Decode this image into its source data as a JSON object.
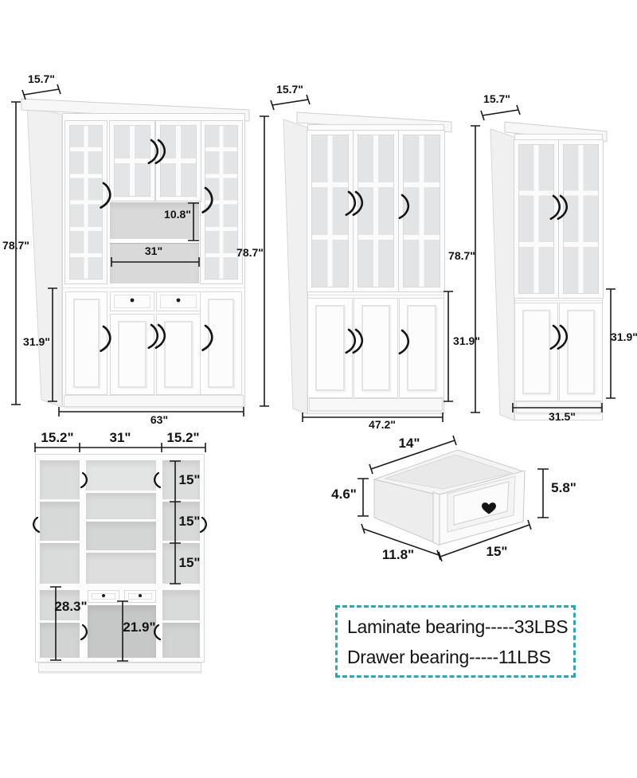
{
  "cabinets": {
    "large": {
      "top_depth": "15.7\"",
      "height": "78.7\"",
      "opening_height": "10.8\"",
      "opening_width": "31\"",
      "base_height": "31.9\"",
      "width": "63\""
    },
    "medium": {
      "top_depth": "15.7\"",
      "height": "78.7\"",
      "base_height": "31.9\"",
      "width": "47.2\""
    },
    "small": {
      "top_depth": "15.7\"",
      "height": "78.7\"",
      "base_height": "31.9\"",
      "width": "31.5\""
    }
  },
  "interior_view": {
    "left_section_width": "15.2\"",
    "center_section_width": "31\"",
    "right_section_width": "15.2\"",
    "shelf_heights": [
      "15\"",
      "15\"",
      "15\""
    ],
    "left_bottom_height": "28.3\"",
    "center_bottom_height": "21.9\""
  },
  "drawer_detail": {
    "top_depth": "14\"",
    "side_height": "4.6\"",
    "front_height": "5.8\"",
    "bottom_depth": "11.8\"",
    "front_width": "15\""
  },
  "capacity_note": {
    "line1": "Laminate bearing-----33LBS",
    "line2": "Drawer bearing-----11LBS",
    "border_color": "#2ba7b6"
  }
}
